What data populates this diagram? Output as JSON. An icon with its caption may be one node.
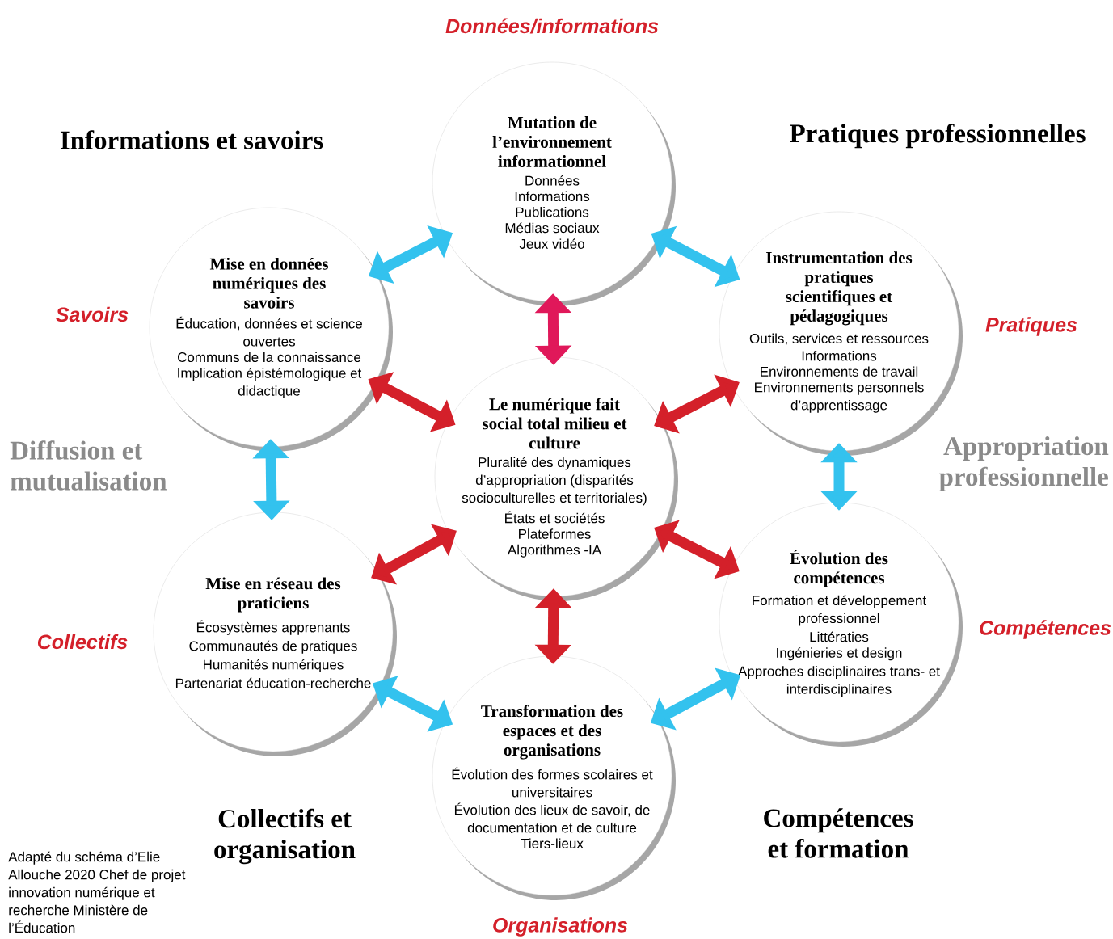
{
  "diagram": {
    "nodes": [
      {
        "text": [
          "Mutation de l’environnement informationnel",
          "Données",
          "Informations",
          "Publications",
          "Médias sociaux",
          "Jeux vidéo"
        ]
      },
      {
        "text": [
          "Mise en données numériques des savoirs",
          "Éducation, données et science ouvertes",
          "Communs de la connaissance",
          "Implication épistémologique et didactique"
        ]
      },
      {
        "text": [
          "Instrumentation des pratiques scientifiques et pédagogiques",
          "Outils, services et ressources",
          "Informations",
          "Environnements de travail",
          "Environnements personnels d’apprentissage"
        ]
      },
      {
        "text": [
          "Le numérique fait social total milieu et culture",
          "Pluralité des dynamiques d’appropriation (disparités socioculturelles et territoriales)",
          "États et sociétés",
          "Plateformes",
          "Algorithmes -IA"
        ]
      },
      {
        "text": [
          "Mise en réseau des praticiens",
          "Écosystèmes apprenants",
          "Communautés de pratiques",
          "Humanités numériques",
          "Partenariat éducation-recherche"
        ]
      },
      {
        "text": [
          "Évolution des compétences",
          "Formation et développement professionnel",
          "Littératies",
          "Ingénieries et design",
          "Approches disciplinaires trans- et interdisciplinaires"
        ]
      },
      {
        "text": [
          "Transformation des espaces et des organisations",
          "Évolution des formes scolaires et universitaires",
          "Évolution des lieux de savoir, de documentation et de culture",
          "Tiers-lieux"
        ]
      }
    ],
    "edges": [
      {
        "from": 0,
        "to": 1,
        "arrow": "both",
        "color": "#33c2ee"
      },
      {
        "from": 0,
        "to": 2,
        "arrow": "both",
        "color": "#33c2ee"
      },
      {
        "from": 0,
        "to": 3,
        "arrow": "both",
        "color": "#e0185a"
      },
      {
        "from": 1,
        "to": 3,
        "arrow": "both",
        "color": "#d4202a"
      },
      {
        "from": 2,
        "to": 3,
        "arrow": "both",
        "color": "#d4202a"
      },
      {
        "from": 1,
        "to": 4,
        "arrow": "both",
        "color": "#33c2ee"
      },
      {
        "from": 2,
        "to": 5,
        "arrow": "both",
        "color": "#33c2ee"
      },
      {
        "from": 3,
        "to": 4,
        "arrow": "both",
        "color": "#d4202a"
      },
      {
        "from": 3,
        "to": 5,
        "arrow": "both",
        "color": "#d4202a"
      },
      {
        "from": 3,
        "to": 6,
        "arrow": "both",
        "color": "#d4202a"
      },
      {
        "from": 4,
        "to": 6,
        "arrow": "both",
        "color": "#33c2ee"
      },
      {
        "from": 5,
        "to": 6,
        "arrow": "both",
        "color": "#33c2ee"
      }
    ],
    "labels": [
      "Données/informations",
      "Informations et savoirs",
      "Pratiques professionnelles",
      "Savoirs",
      "Pratiques",
      "Diffusion et mutualisation",
      "Appropriation professionnelle",
      "Collectifs",
      "Compétences",
      "Collectifs et organisation",
      "Compétences et formation",
      "Organisations",
      "Adapté du schéma d’Elie Allouche 2020 Chef de projet innovation numérique et recherche Ministère de l’Éducation"
    ]
  }
}
